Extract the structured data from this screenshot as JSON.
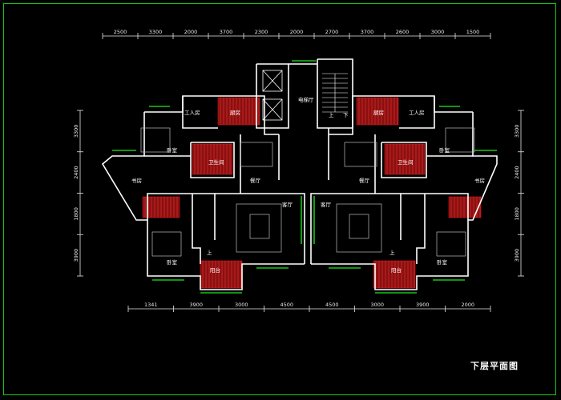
{
  "drawing_title": "下层平面图",
  "dims_top": [
    "2500",
    "3300",
    "2000",
    "3700",
    "2300",
    "2000",
    "2700",
    "3700",
    "2600",
    "3000",
    "1500"
  ],
  "dims_bottom": [
    "1341",
    "3900",
    "3000",
    "4500",
    "4500",
    "3000",
    "3900",
    "2000"
  ],
  "dims_left": [
    "3300",
    "2400",
    "1800",
    "3900"
  ],
  "dims_right": [
    "3300",
    "2400",
    "1800",
    "3900"
  ],
  "rooms": {
    "servant_room": "工人房",
    "kitchen": "厨房",
    "bathroom": "卫生间",
    "bedroom": "卧室",
    "dining": "餐厅",
    "living": "客厅",
    "balcony": "阳台",
    "elevator_hall": "电梯厅",
    "study": "书房",
    "up": "上",
    "down": "下"
  },
  "colors": {
    "frame": "#19c419",
    "wall": "#ffffff",
    "window": "#19c419",
    "hatch": "#cc1a1a",
    "furniture": "#bbbbbb",
    "dimension": "#e8e8e8"
  }
}
